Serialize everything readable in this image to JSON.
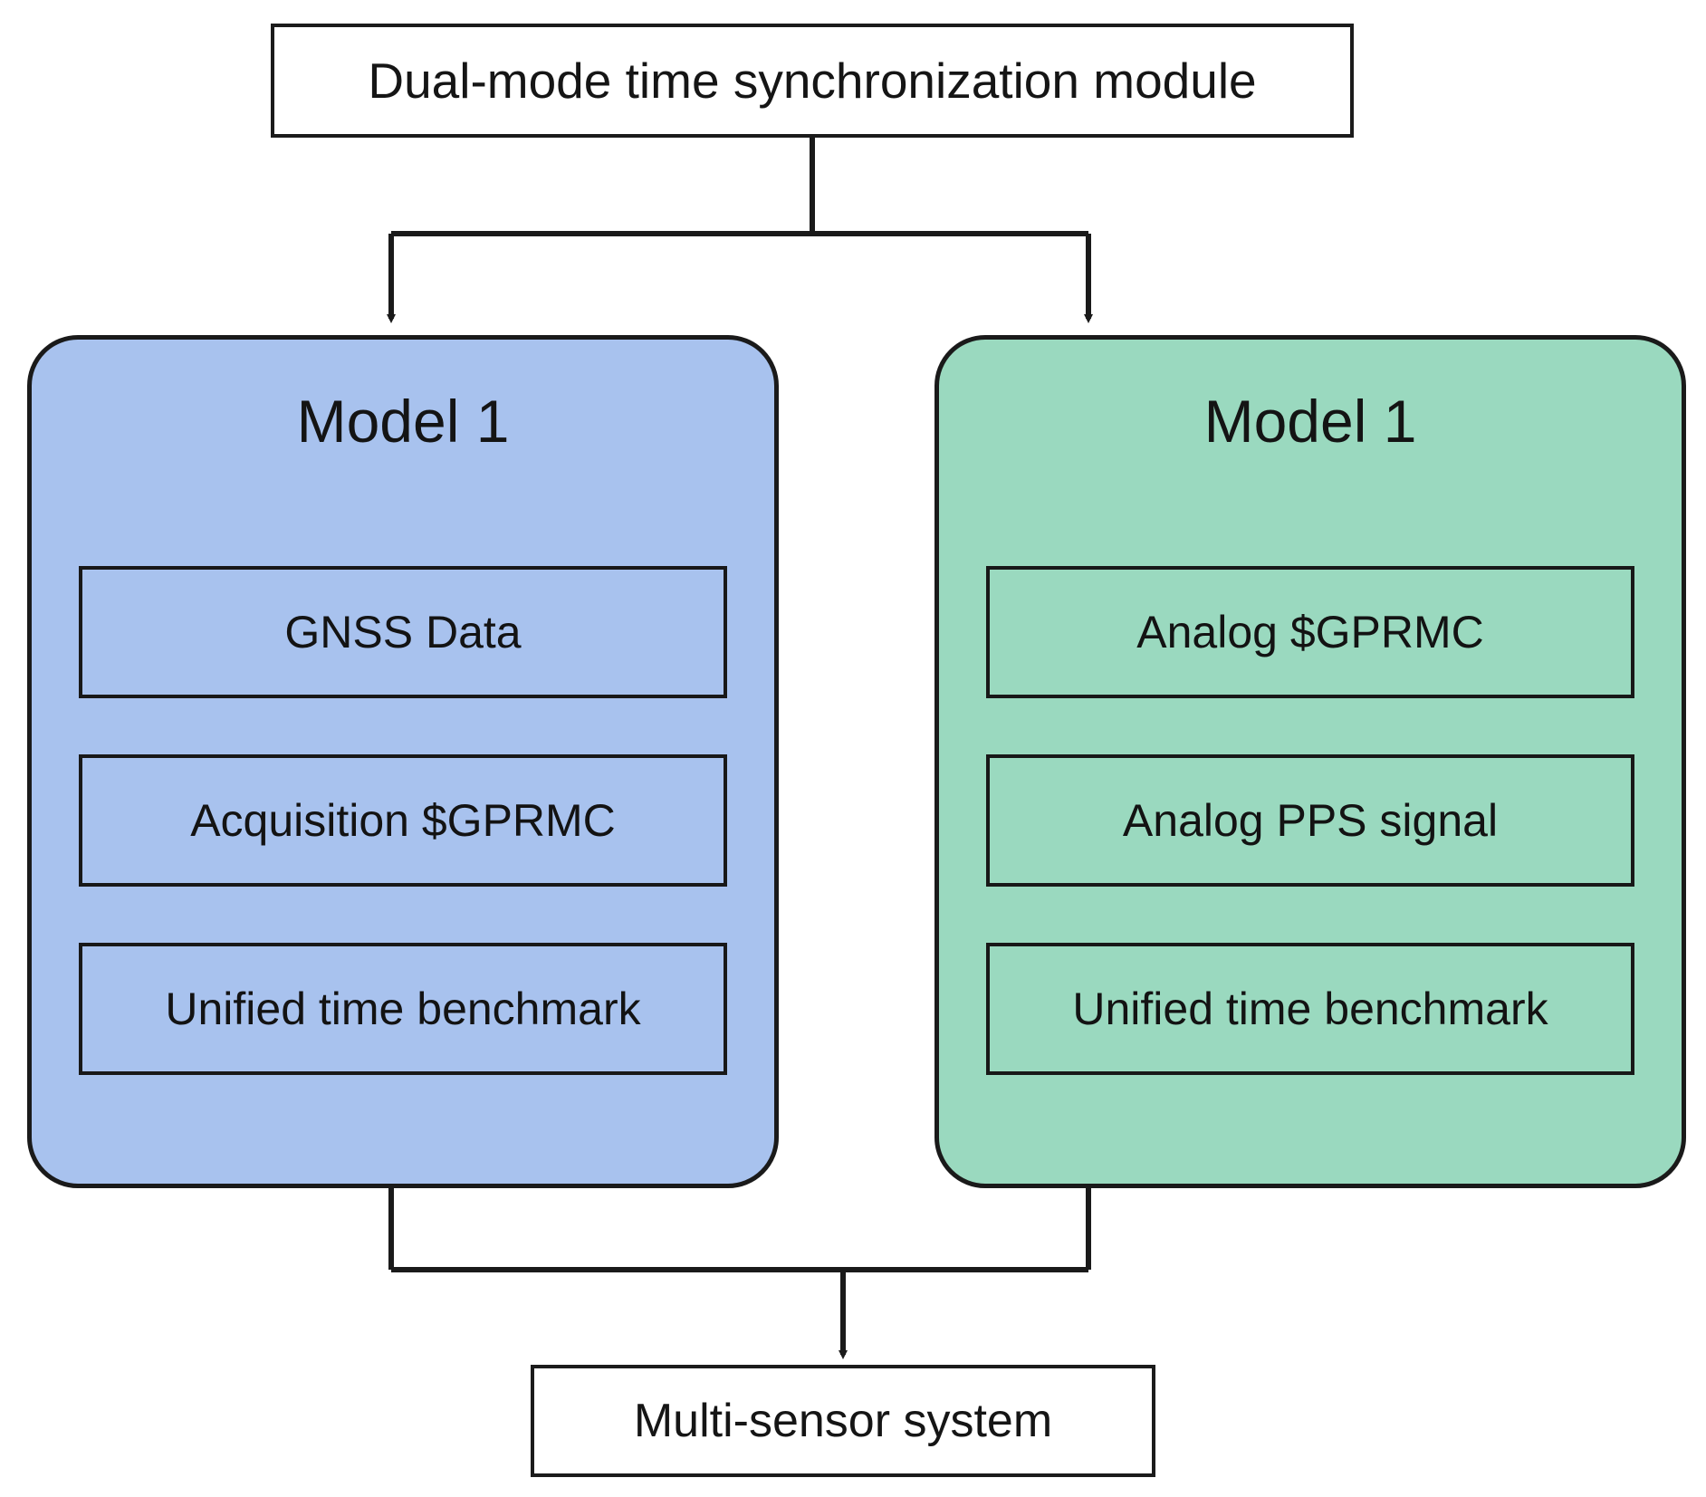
{
  "diagram": {
    "title_box": {
      "label": "Dual-mode time synchronization module"
    },
    "branches": [
      {
        "title": "Model 1",
        "color": "#a8c2ee",
        "items": [
          {
            "label": "GNSS Data"
          },
          {
            "label": "Acquisition $GPRMC"
          },
          {
            "label": "Unified time benchmark"
          }
        ]
      },
      {
        "title": "Model 1",
        "color": "#9ad9bf",
        "items": [
          {
            "label": "Analog $GPRMC"
          },
          {
            "label": "Analog PPS signal"
          },
          {
            "label": "Unified time benchmark"
          }
        ]
      }
    ],
    "output_box": {
      "label": "Multi-sensor system"
    },
    "colors": {
      "stroke": "#1a1a1a",
      "background": "#ffffff",
      "left_branch_fill": "#a8c2ee",
      "right_branch_fill": "#9ad9bf"
    }
  }
}
